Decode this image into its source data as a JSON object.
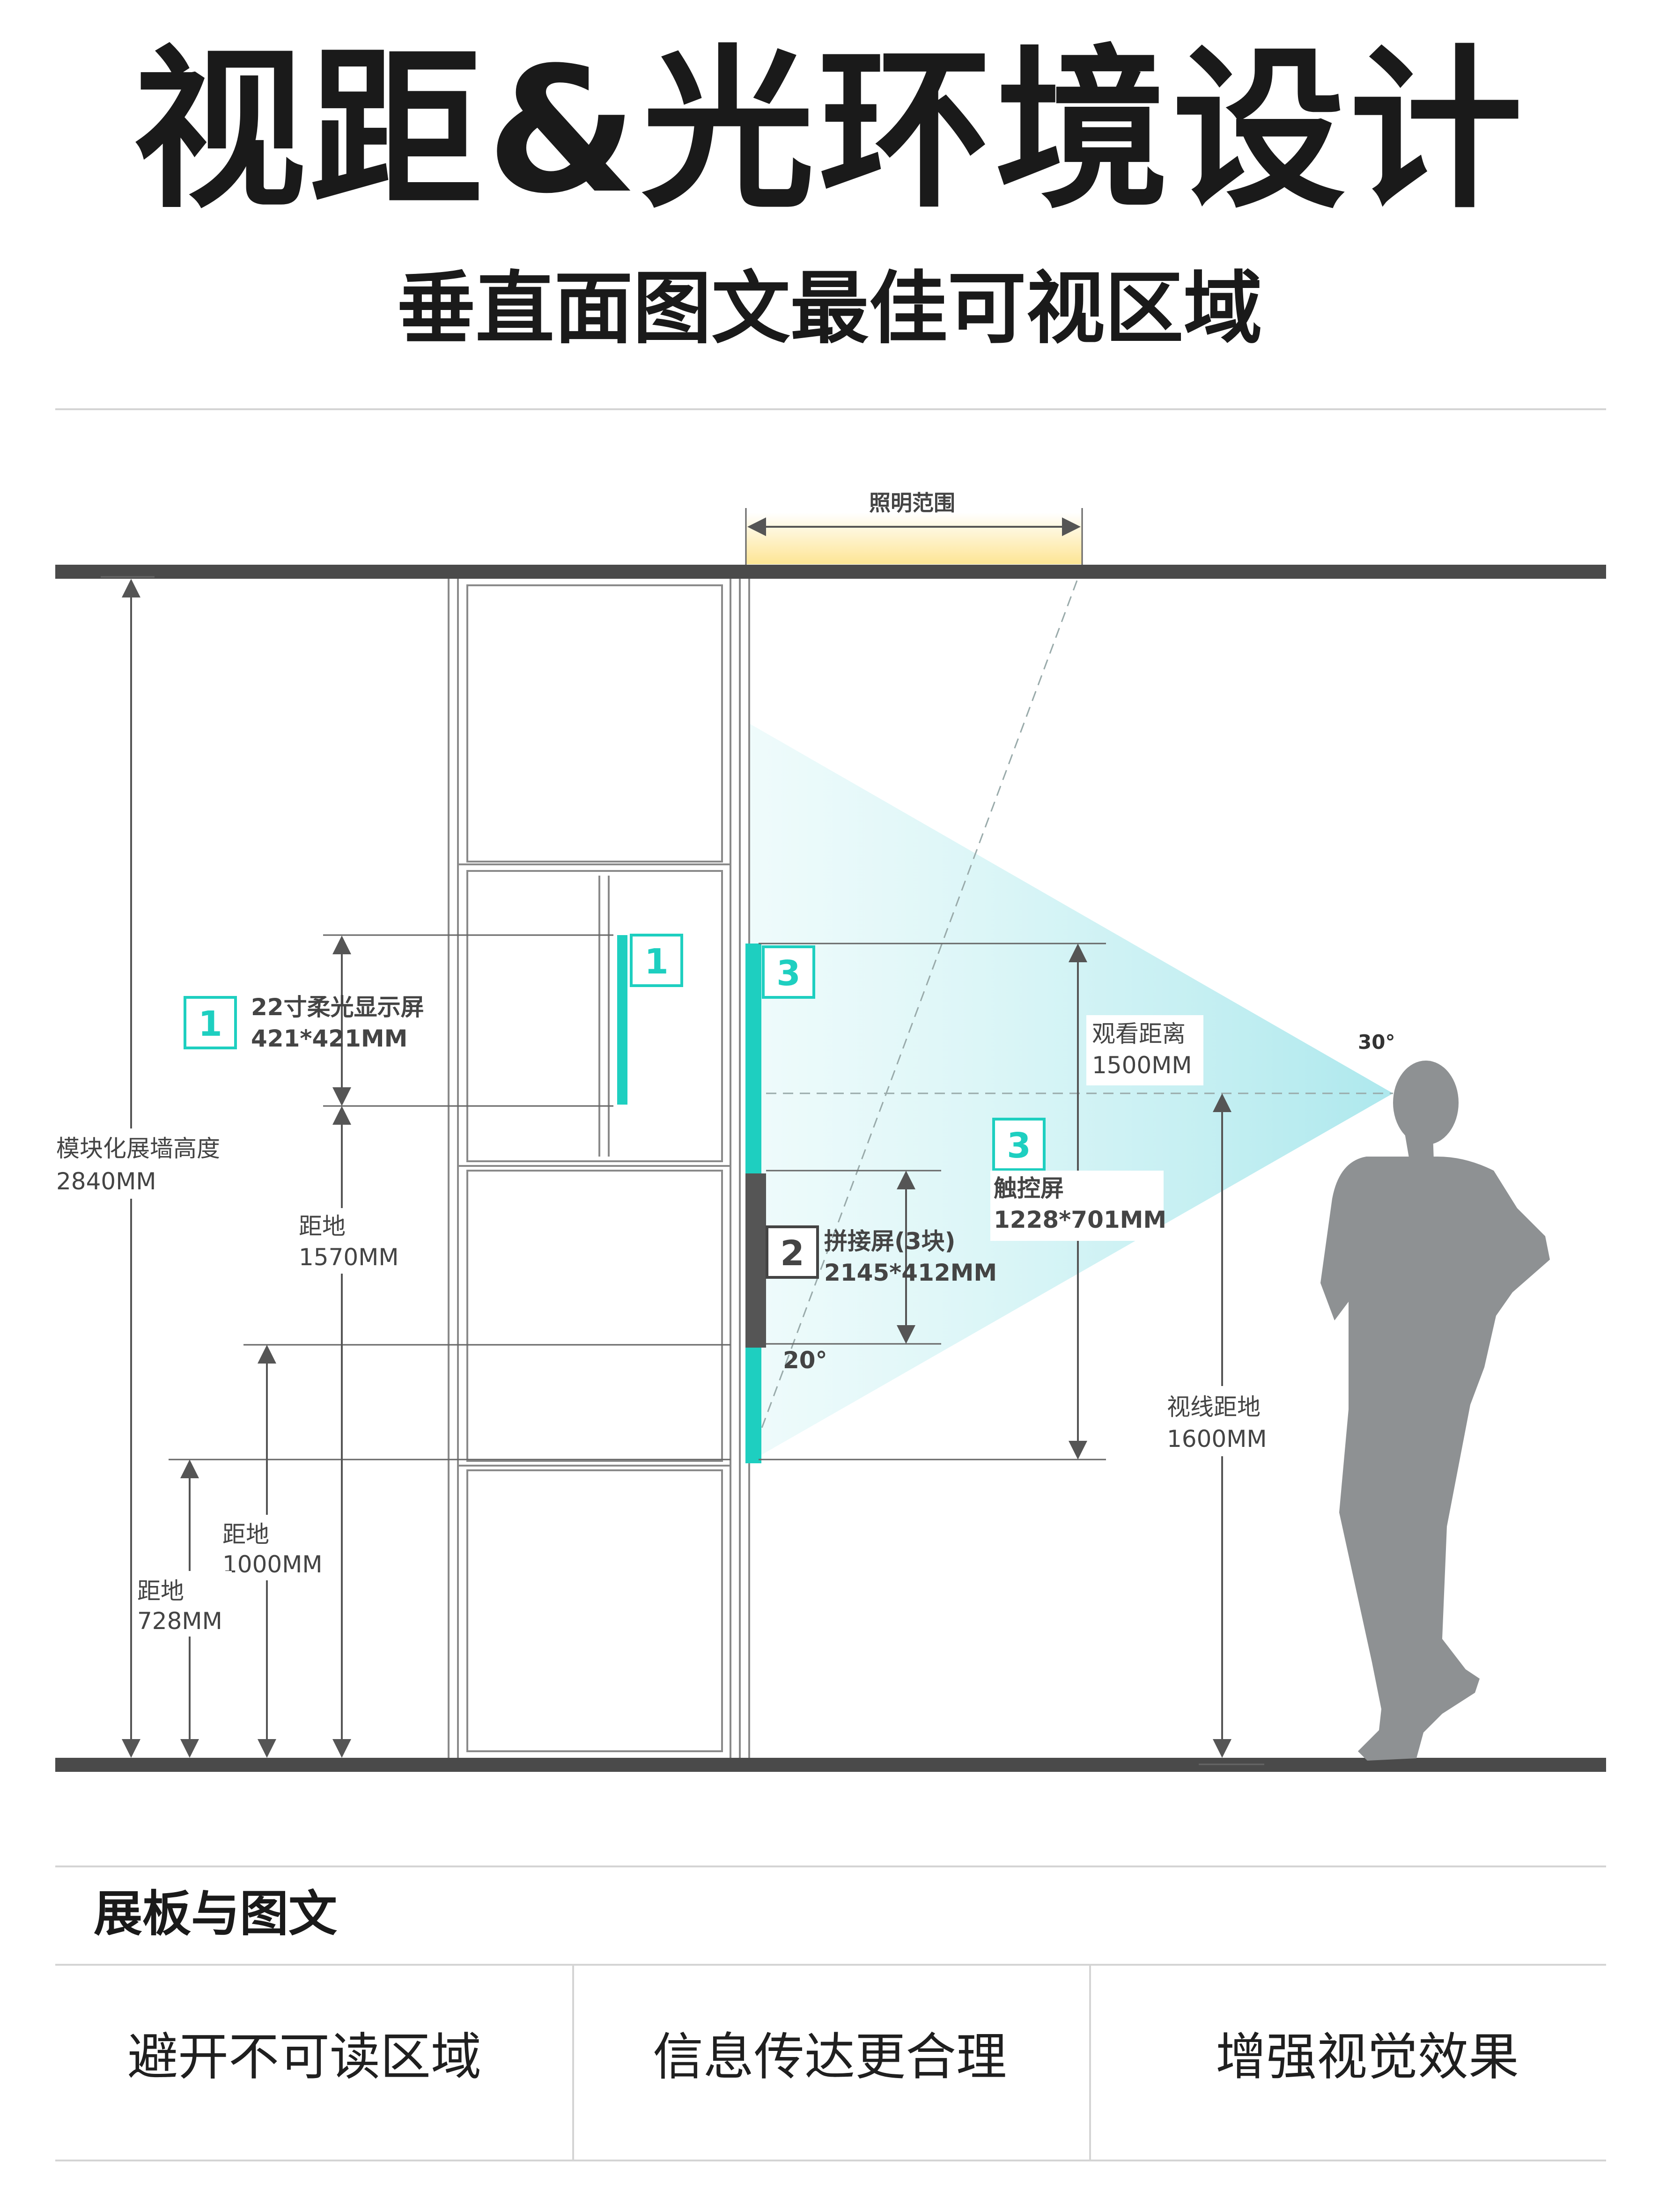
{
  "header": {
    "title": "视距&光环境设计",
    "subtitle": "垂直面图文最佳可视区域"
  },
  "diagram": {
    "lighting_label": "照明范围",
    "wall_height_label": "模块化展墙高度",
    "wall_height_value": "2840MM",
    "screen1_number": "1",
    "screen1_name": "22寸柔光显示屏",
    "screen1_size": "421*421MM",
    "screen1_tag": "1",
    "screen1_height_label": "距地",
    "screen1_height_value": "1570MM",
    "screen2_number": "2",
    "screen2_name": "拼接屏(3块)",
    "screen2_size": "2145*412MM",
    "screen3_number": "3",
    "screen3_name": "触控屏",
    "screen3_size": "1228*701MM",
    "screen3_tag": "3",
    "height_1000_label": "距地",
    "height_1000_value": "1000MM",
    "height_728_label": "距地",
    "height_728_value": "728MM",
    "viewing_distance_label": "观看距离",
    "viewing_distance_value": "1500MM",
    "eye_height_label": "视线距地",
    "eye_height_value": "1600MM",
    "angle_top": "30°",
    "angle_bottom": "20°"
  },
  "section": {
    "heading": "展板与图文",
    "principles": [
      "避开不可读区域",
      "信息传达更合理",
      "增强视觉效果"
    ]
  },
  "colors": {
    "accent": "#1ecfc0",
    "dark_bar": "#555555",
    "floor": "#4a4a4a",
    "silhouette": "#8e9193",
    "light_glow": "#fde89a"
  }
}
